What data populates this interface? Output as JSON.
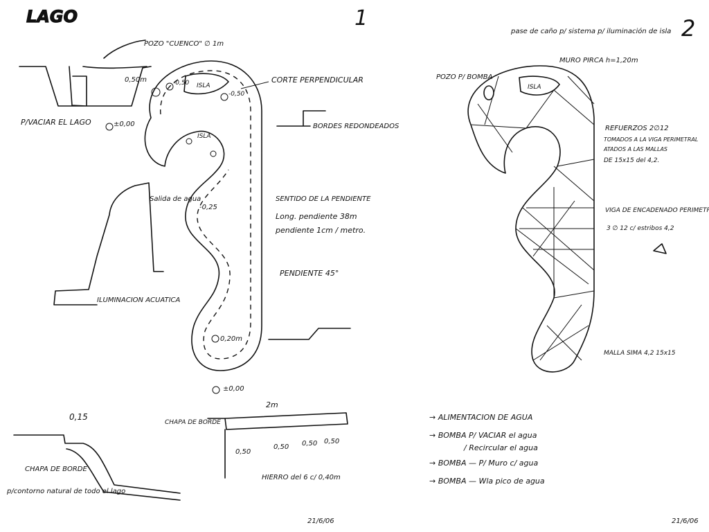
{
  "left_sheet": {
    "title": "LAGO",
    "page_number": "1",
    "labels": {
      "pozo_cuenco": "POZO \"CUENCO\" ∅ 1m",
      "depth_050": "0,50m",
      "vaciar_lago": "P/VACIAR EL LAGO",
      "level_000_a": "±0,00",
      "level_minus_050_a": "-0,50",
      "level_minus_050_b": "-0,50",
      "isla_top": "ISLA",
      "isla_inner": "ISLA",
      "corte_perpendicular": "CORTE PERPENDICULAR",
      "bordes_redondeados": "BORDES REDONDEADOS",
      "salida_de_agua": "Salida de agua",
      "sentido_pendiente": "SENTIDO DE LA PENDIENTE",
      "long_pendiente": "Long. pendiente 38m",
      "pendiente_1cm": "pendiente 1cm / metro.",
      "level_minus_025": "-0,25",
      "pendiente_45": "PENDIENTE 45°",
      "iluminacion": "ILUMINACION ACUATICA",
      "level_020": "0,20m",
      "level_000_b": "±0,00",
      "dim_015": "0,15",
      "chapa_borde_left": "CHAPA DE BORDE",
      "contorno": "p/contorno natural de todo el lago",
      "dim_2m": "2m",
      "chapa_borde_right": "CHAPA DE BORDE",
      "dim_050_a": "0,50",
      "dim_050_b": "0,50",
      "dim_050_c": "0,50",
      "dim_050_d": "0,50",
      "hierro": "HIERRO del 6 c/ 0,40m",
      "date": "21/6/06"
    }
  },
  "right_sheet": {
    "page_number": "2",
    "labels": {
      "pase_caneria": "pase de caño p/ sistema p/ iluminación de isla",
      "muro_pirca": "MURO PIRCA h=1,20m",
      "pozo_bomba": "POZO P/ BOMBA",
      "isla": "ISLA",
      "refuerzos": "REFUERZOS 2∅12",
      "refuerzos_2": "TOMADOS A LA VIGA PERIMETRAL",
      "refuerzos_3": "ATADOS A LAS MALLAS",
      "refuerzos_4": "DE 15x15 del 4,2.",
      "viga_encadenado": "VIGA DE ENCADENADO PERIMETRAL",
      "viga_encadenado_2": "3 ∅ 12 c/ estribos 4,2",
      "malla_sima": "MALLA SIMA 4,2 15x15",
      "date": "21/6/06"
    },
    "legend": [
      "→ ALIMENTACION DE AGUA",
      "→ BOMBA P/ VACIAR el agua",
      "  / Recircular el agua",
      "→ BOMBA — P/ Muro c/ agua",
      "→ BOMBA — Wla pico de agua"
    ]
  },
  "colors": {
    "ink": "#111111",
    "paper": "#ffffff"
  }
}
